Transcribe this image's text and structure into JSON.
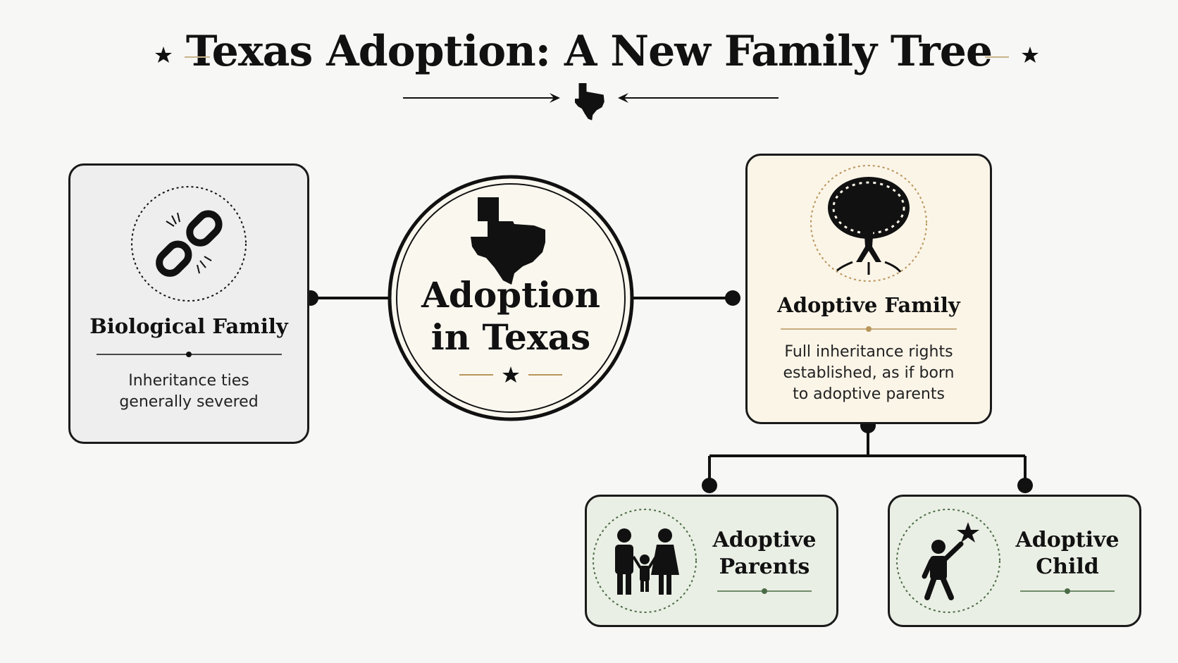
{
  "title": "Texas Adoption: A New Family Tree",
  "center": {
    "line1": "Adoption",
    "line2": "in Texas"
  },
  "biological": {
    "title": "Biological Family",
    "desc_line1": "Inheritance ties",
    "desc_line2": "generally severed"
  },
  "adoptive_family": {
    "title": "Adoptive Family",
    "desc_line1": "Full inheritance rights",
    "desc_line2": "established, as if born",
    "desc_line3": "to adoptive parents"
  },
  "adoptive_parents": {
    "line1": "Adoptive",
    "line2": "Parents"
  },
  "adoptive_child": {
    "line1": "Adoptive",
    "line2": "Child"
  },
  "colors": {
    "ink": "#111111",
    "gold": "#b8955a",
    "green_dark": "#4a6b45",
    "grey_fill": "#eeeeee",
    "cream_fill": "#fbf5e8",
    "green_fill": "#eaefe5"
  }
}
